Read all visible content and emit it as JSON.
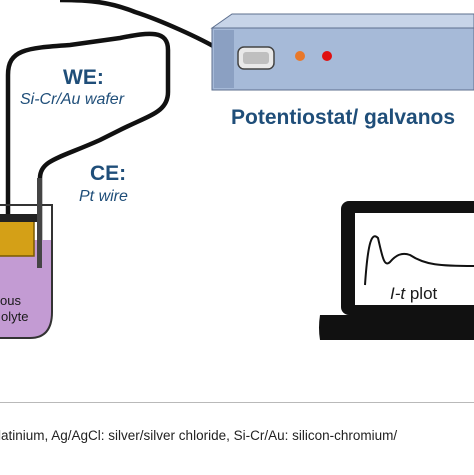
{
  "labels": {
    "we_title": "WE:",
    "we_material": "Si-Cr/Au wafer",
    "ce_title": "CE:",
    "ce_material": "Pt wire",
    "instrument": "Potentiostat/ galvanos",
    "electrolyte_line1": "ous",
    "electrolyte_line2": "olyte",
    "plot_prefix": "I-t",
    "plot_suffix": " plot"
  },
  "caption": "latinium, Ag/AgCl: silver/silver chloride, Si-Cr/Au: silicon-chromium/",
  "colors": {
    "label_blue": "#1f4e79",
    "device_body": "#a6bad8",
    "device_front": "#7f95b8",
    "led_orange": "#e8782a",
    "led_red": "#e01010",
    "electrolyte": "#c39bd3",
    "wafer_gold": "#d4a017",
    "wire": "#111111",
    "laptop": "#111111"
  }
}
